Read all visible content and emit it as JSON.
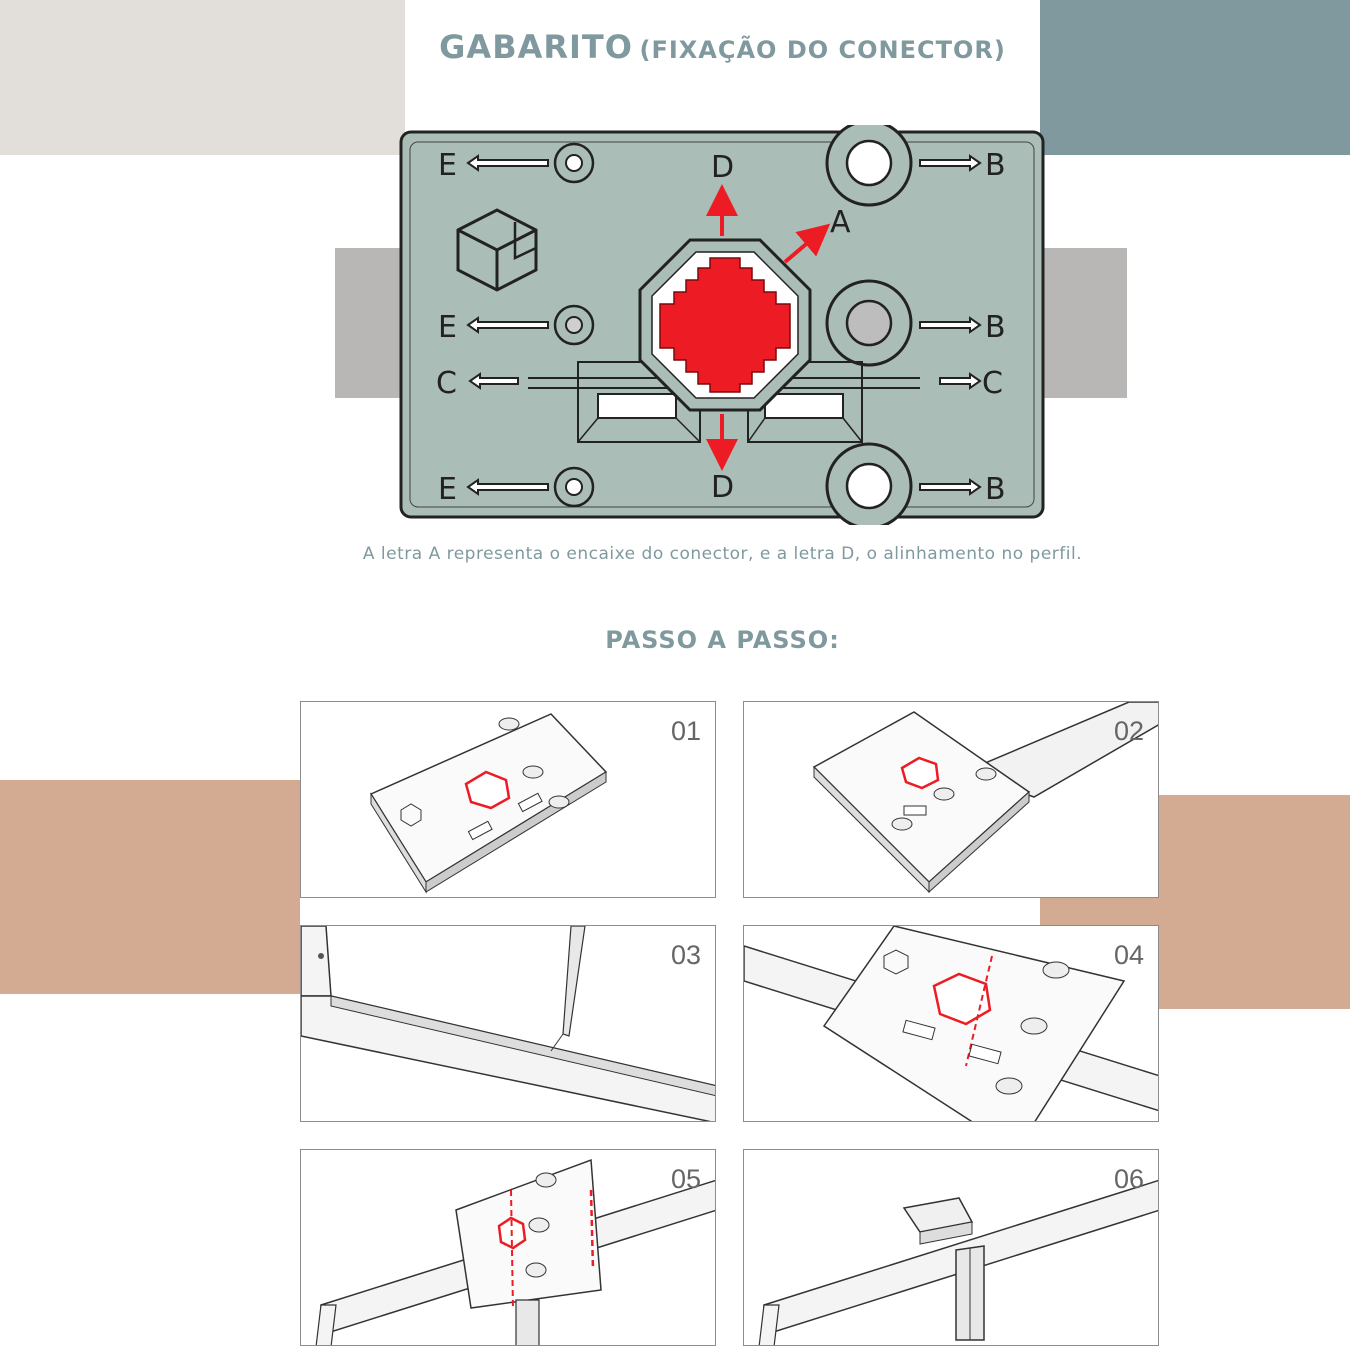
{
  "header": {
    "title": "GABARITO",
    "title_detail": "(FIXAÇÃO DO CONECTOR)"
  },
  "template_labels": {
    "left": "E",
    "right": "B",
    "side": "C",
    "top": "D",
    "bottom": "D",
    "diagonal": "A"
  },
  "caption": "A letra A representa o encaixe do conector, e a letra D, o alinhamento no perfil.",
  "steps": {
    "heading": "PASSO A PASSO:",
    "items": [
      {
        "number": "01"
      },
      {
        "number": "02"
      },
      {
        "number": "03"
      },
      {
        "number": "04"
      },
      {
        "number": "05"
      },
      {
        "number": "06"
      }
    ]
  },
  "colors": {
    "accent_red": "#ed1c24",
    "plate_fill": "#abbdb7",
    "teal": "#7f999e",
    "salmon": "#d3aa92",
    "beige": "#e2dfdb",
    "grey": "#b9b6b6"
  }
}
